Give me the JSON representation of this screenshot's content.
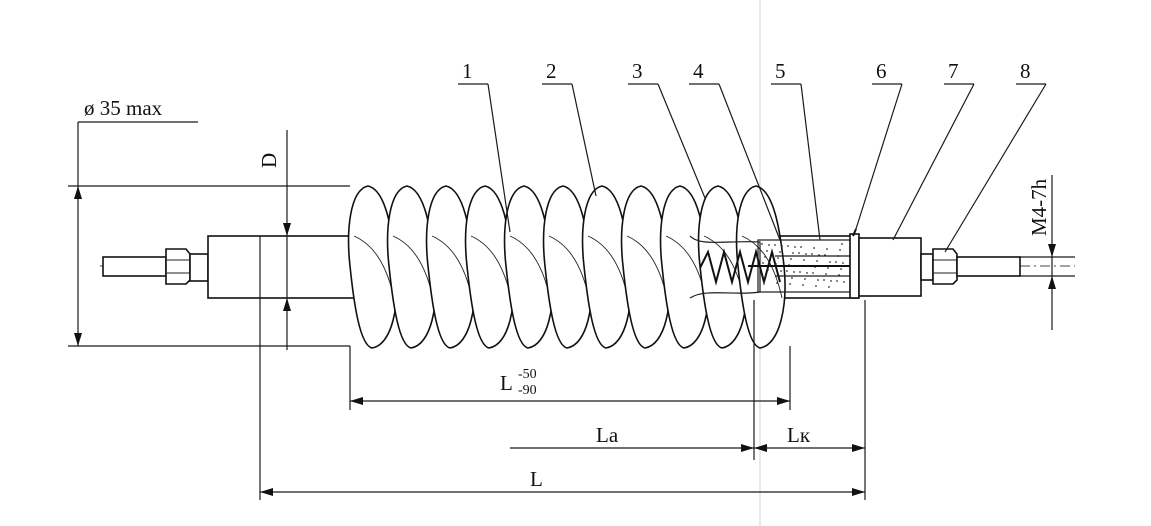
{
  "callouts": [
    "1",
    "2",
    "3",
    "4",
    "5",
    "6",
    "7",
    "8"
  ],
  "dimensions": {
    "diameter": "ø 35 max",
    "d": "D",
    "thread": "M4-7h",
    "length_fin": "L",
    "tol_upper": "-50",
    "tol_lower": "-90",
    "la": "La",
    "lk": "Lк",
    "total": "L"
  }
}
